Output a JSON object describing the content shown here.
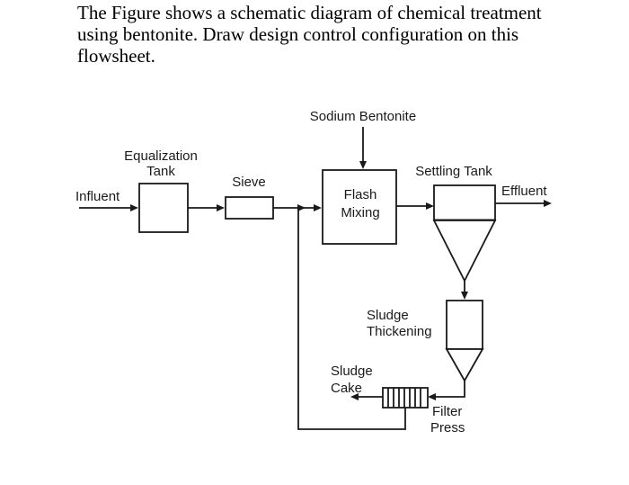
{
  "question": {
    "text": "The Figure shows a schematic diagram of chemical treatment using bentonite.  Draw design control configuration on this flowsheet."
  },
  "diagram": {
    "labels": {
      "influent": "Influent",
      "equalization_line1": "Equalization",
      "equalization_line2": "Tank",
      "sieve": "Sieve",
      "sodium_bentonite": "Sodium Bentonite",
      "flash_line1": "Flash",
      "flash_line2": "Mixing",
      "settling_tank": "Settling Tank",
      "effluent": "Effluent",
      "sludge_thickening_line1": "Sludge",
      "sludge_thickening_line2": "Thickening",
      "sludge_cake_line1": "Sludge",
      "sludge_cake_line2": "Cake",
      "filter_press_line1": "Filter",
      "filter_press_line2": "Press"
    },
    "colors": {
      "line": "#1a1a1a",
      "background": "#ffffff"
    }
  }
}
